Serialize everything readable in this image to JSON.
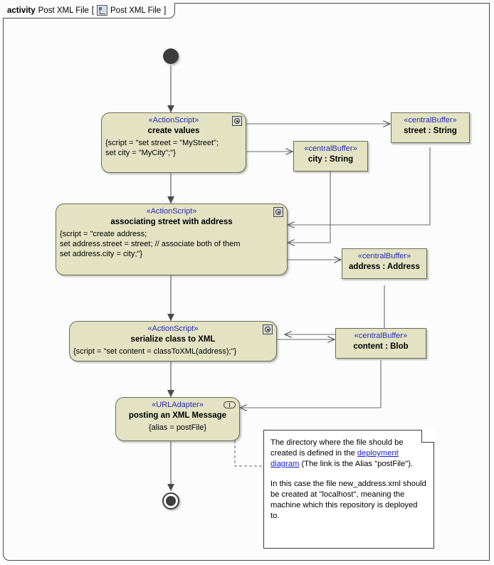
{
  "frame": {
    "keyword": "activity",
    "name": "Post XML File",
    "bracket_open": "[",
    "diagram_icon": "activity-diagram-icon",
    "diagram_name": "Post XML File",
    "bracket_close": "]"
  },
  "colors": {
    "node_fill": "#e3e3c3",
    "node_border": "#6b6b5a",
    "stereotype_text": "#2a2ab8",
    "control_node": "#3d3d3d",
    "link_text": "#1a1ad0",
    "canvas": "#fcfcfc"
  },
  "nodes": {
    "initial": {
      "name": "initial-node"
    },
    "final": {
      "name": "activity-final-node"
    },
    "action_create_values": {
      "stereotype": "«ActionScript»",
      "name": "create values",
      "body": "{script = \"set street = \"MyStreet\";\nset city = \"MyCity\";\"}",
      "icon": "script-icon"
    },
    "action_associating": {
      "stereotype": "«ActionScript»",
      "name": "associating street with address",
      "body": "{script = \"create address;\nset address.street = street; // associate both of them\nset address.city = city;\"}",
      "icon": "script-icon"
    },
    "action_serialize": {
      "stereotype": "«ActionScript»",
      "name": "serialize class to XML",
      "body": "{script = \"set content = classToXML(address);\"}",
      "icon": "script-icon"
    },
    "action_posting": {
      "stereotype": "«URLAdapter»",
      "name": "posting an XML Message",
      "body": "{alias = postFile}",
      "icon": "url-adapter-icon"
    },
    "buffer_street": {
      "stereotype": "«centralBuffer»",
      "name": "street : String"
    },
    "buffer_city": {
      "stereotype": "«centralBuffer»",
      "name": "city : String"
    },
    "buffer_address": {
      "stereotype": "«centralBuffer»",
      "name": "address : Address"
    },
    "buffer_content": {
      "stereotype": "«centralBuffer»",
      "name": "content : Blob"
    }
  },
  "note": {
    "para1_before_link": "The directory where the file should be created is defined in the ",
    "link_text": "deployment diagram",
    "para1_after_link": " (The link is the Alias \"postFile\").",
    "para2": "In this case the file new_address.xml should be created at \"localhost\", meaning the machine which this repository is deployed to."
  }
}
